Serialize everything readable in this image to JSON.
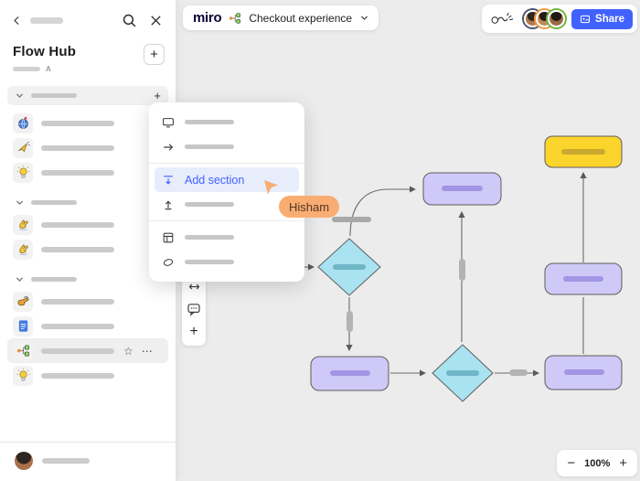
{
  "sidebar": {
    "title": "Flow Hub",
    "subtitle_marker": "A"
  },
  "topbar": {
    "logo": "miro",
    "board_name": "Checkout experience",
    "share_label": "Share"
  },
  "context_menu": {
    "add_section_label": "Add section"
  },
  "collaborator_cursor": {
    "name": "Hisham"
  },
  "zoom_controls": {
    "zoom_level": "100%"
  },
  "icons": {
    "plus": "+",
    "minus": "−",
    "star": "☆",
    "more": "⋯"
  },
  "colors": {
    "accent_blue": "#4262ff",
    "cursor_orange": "#f9ad72",
    "node_purple": "#cfc9f7",
    "node_purple_bar": "#a295e3",
    "node_blue": "#a9e2f1",
    "node_blue_bar": "#6fb6c6",
    "node_yellow": "#fbd42c",
    "node_yellow_bar": "#c9a92e",
    "canvas_bg": "#ececec",
    "menu_highlight": "#e8edfc"
  }
}
